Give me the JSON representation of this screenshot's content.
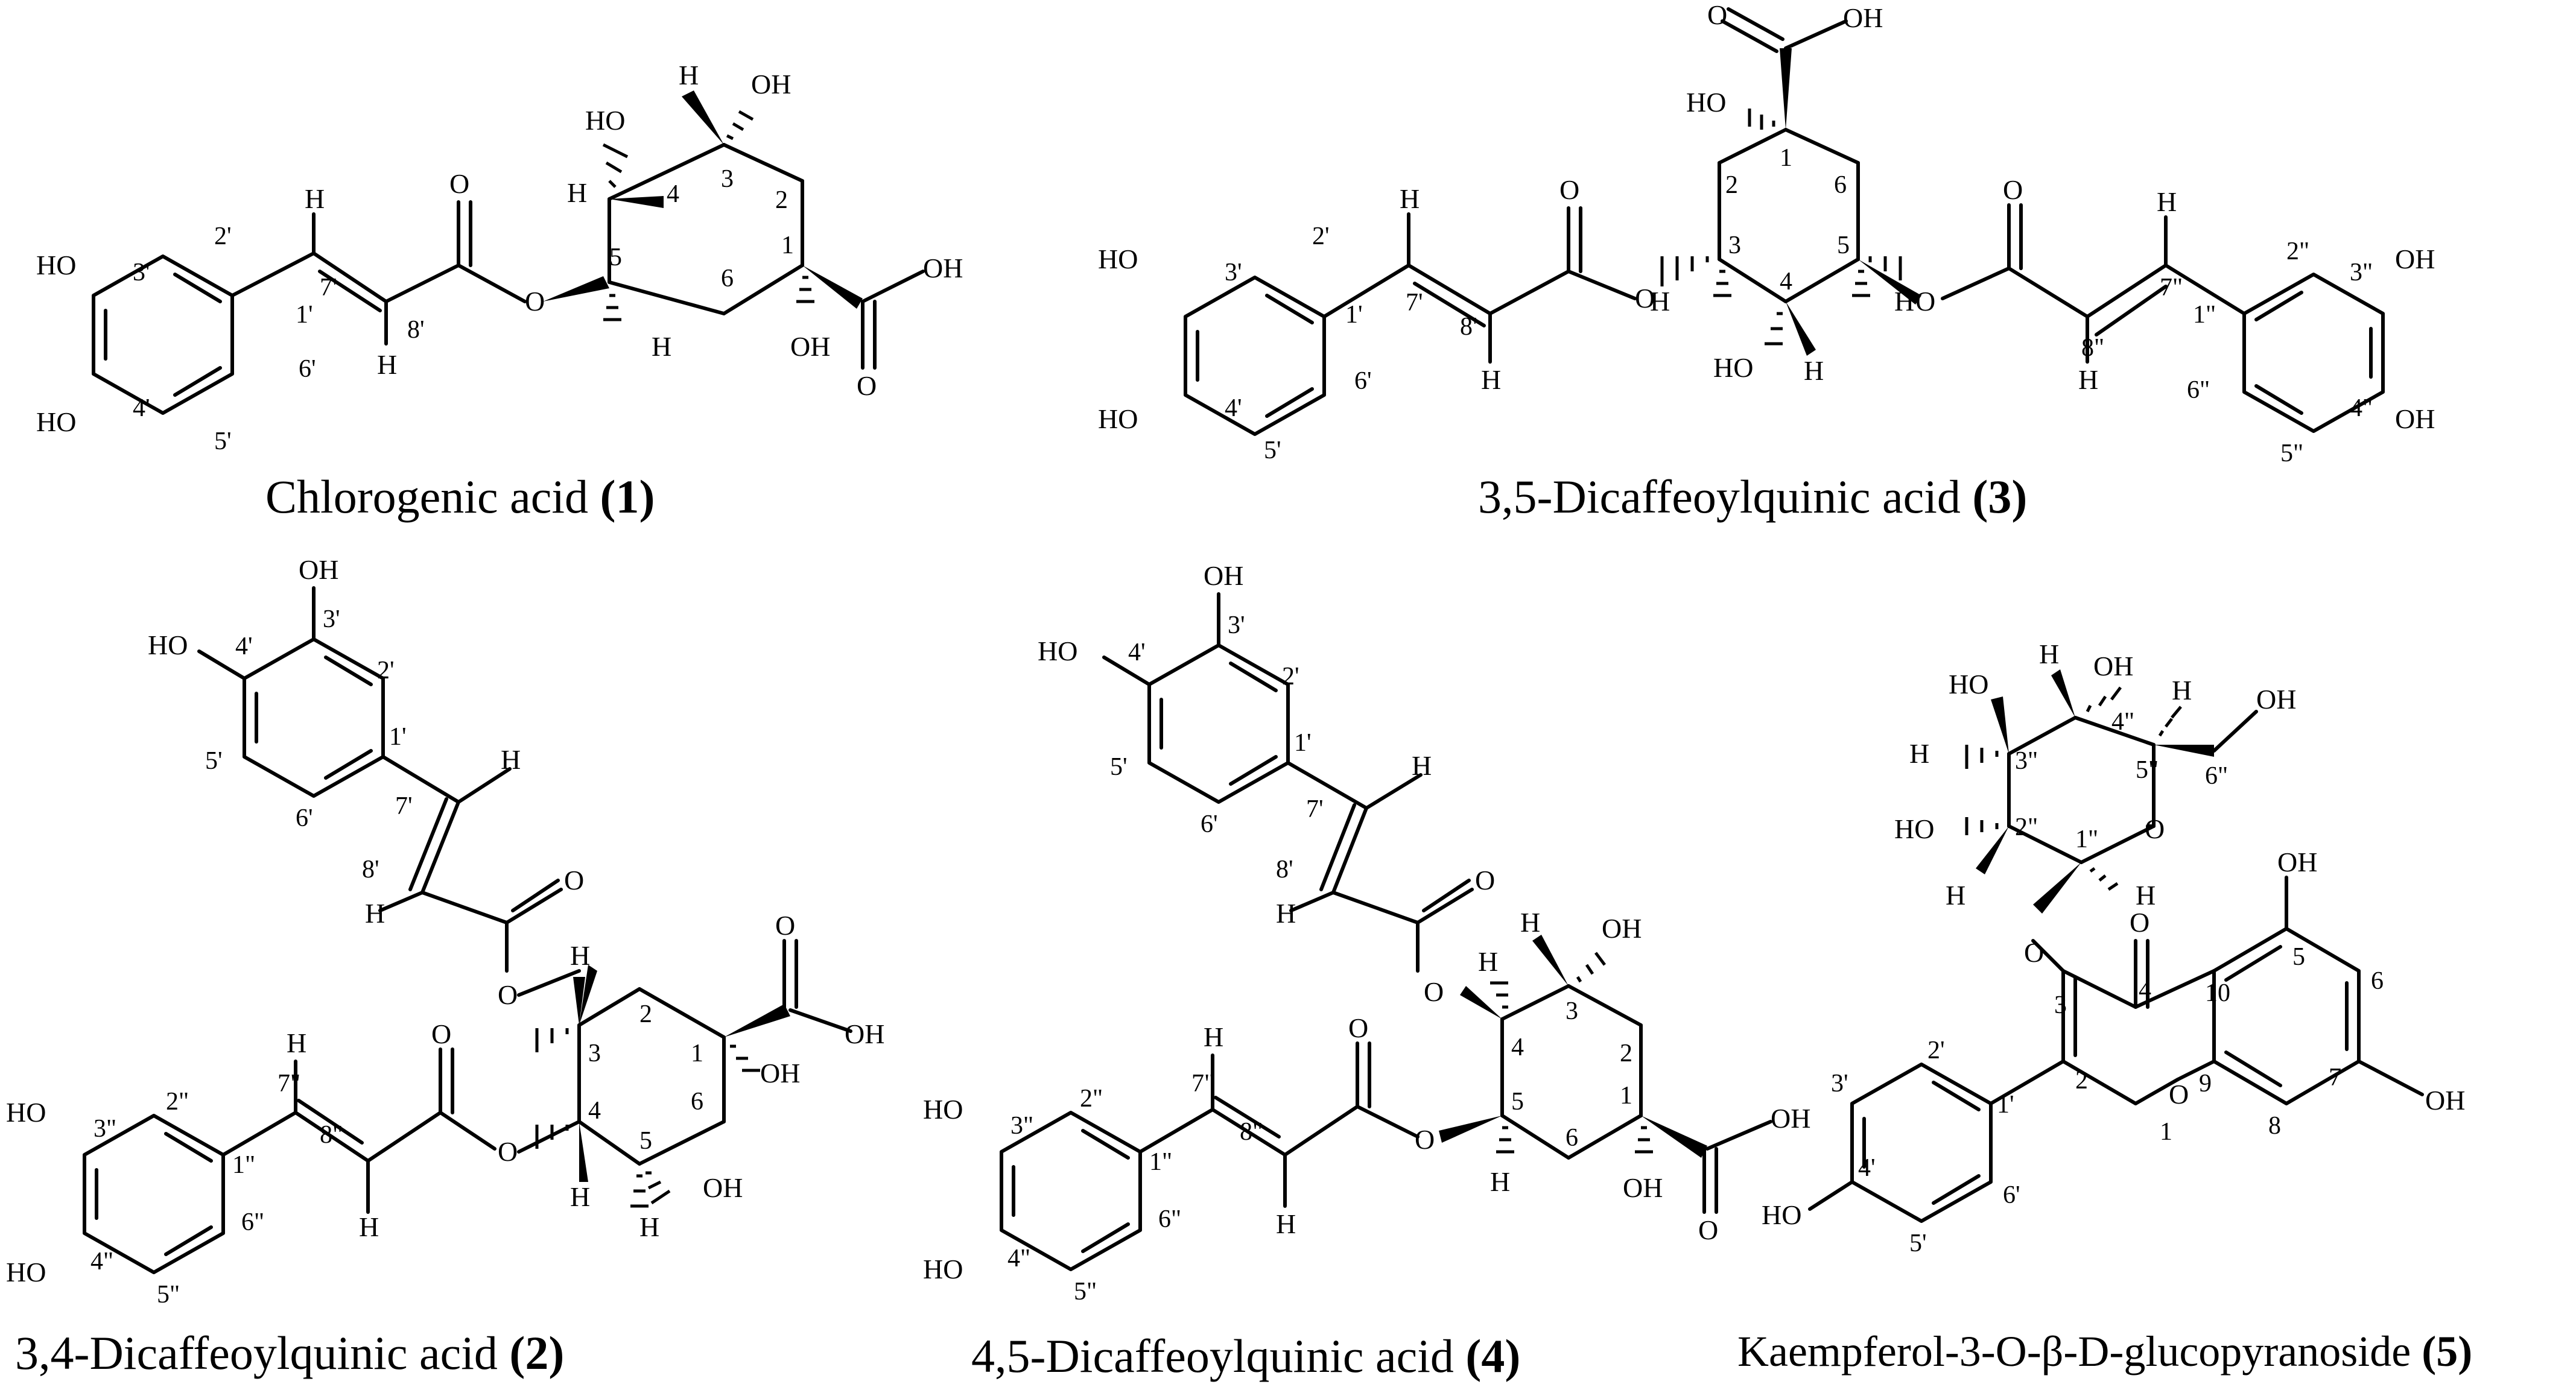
{
  "molecules": [
    {
      "name": "Chlorogenic acid",
      "number": "(1)"
    },
    {
      "name": "3,5-Dicaffeoylquinic acid",
      "number": "(3)"
    },
    {
      "name": "3,4-Dicaffeoylquinic acid",
      "number": "(2)"
    },
    {
      "name": "4,5-Dicaffeoylquinic acid",
      "number": "(4)"
    },
    {
      "name": "Kaempferol-3-O-β-D-glucopyranoside",
      "number": "(5)"
    }
  ],
  "atoms": {
    "oh": "OH",
    "ho": "HO",
    "o": "O",
    "h": "H"
  },
  "loc": {
    "n1": "1",
    "n2": "2",
    "n3": "3",
    "n4": "4",
    "n5": "5",
    "n6": "6",
    "n7": "7",
    "n8": "8",
    "n9": "9",
    "n10": "10",
    "p1": "1'",
    "p2": "2'",
    "p3": "3'",
    "p4": "4'",
    "p5": "5'",
    "p6": "6'",
    "p7": "7'",
    "p8": "8'",
    "d1": "1\"",
    "d2": "2\"",
    "d3": "3\"",
    "d4": "4\"",
    "d5": "5\"",
    "d6": "6\"",
    "d7": "7\"",
    "d8": "8\""
  }
}
